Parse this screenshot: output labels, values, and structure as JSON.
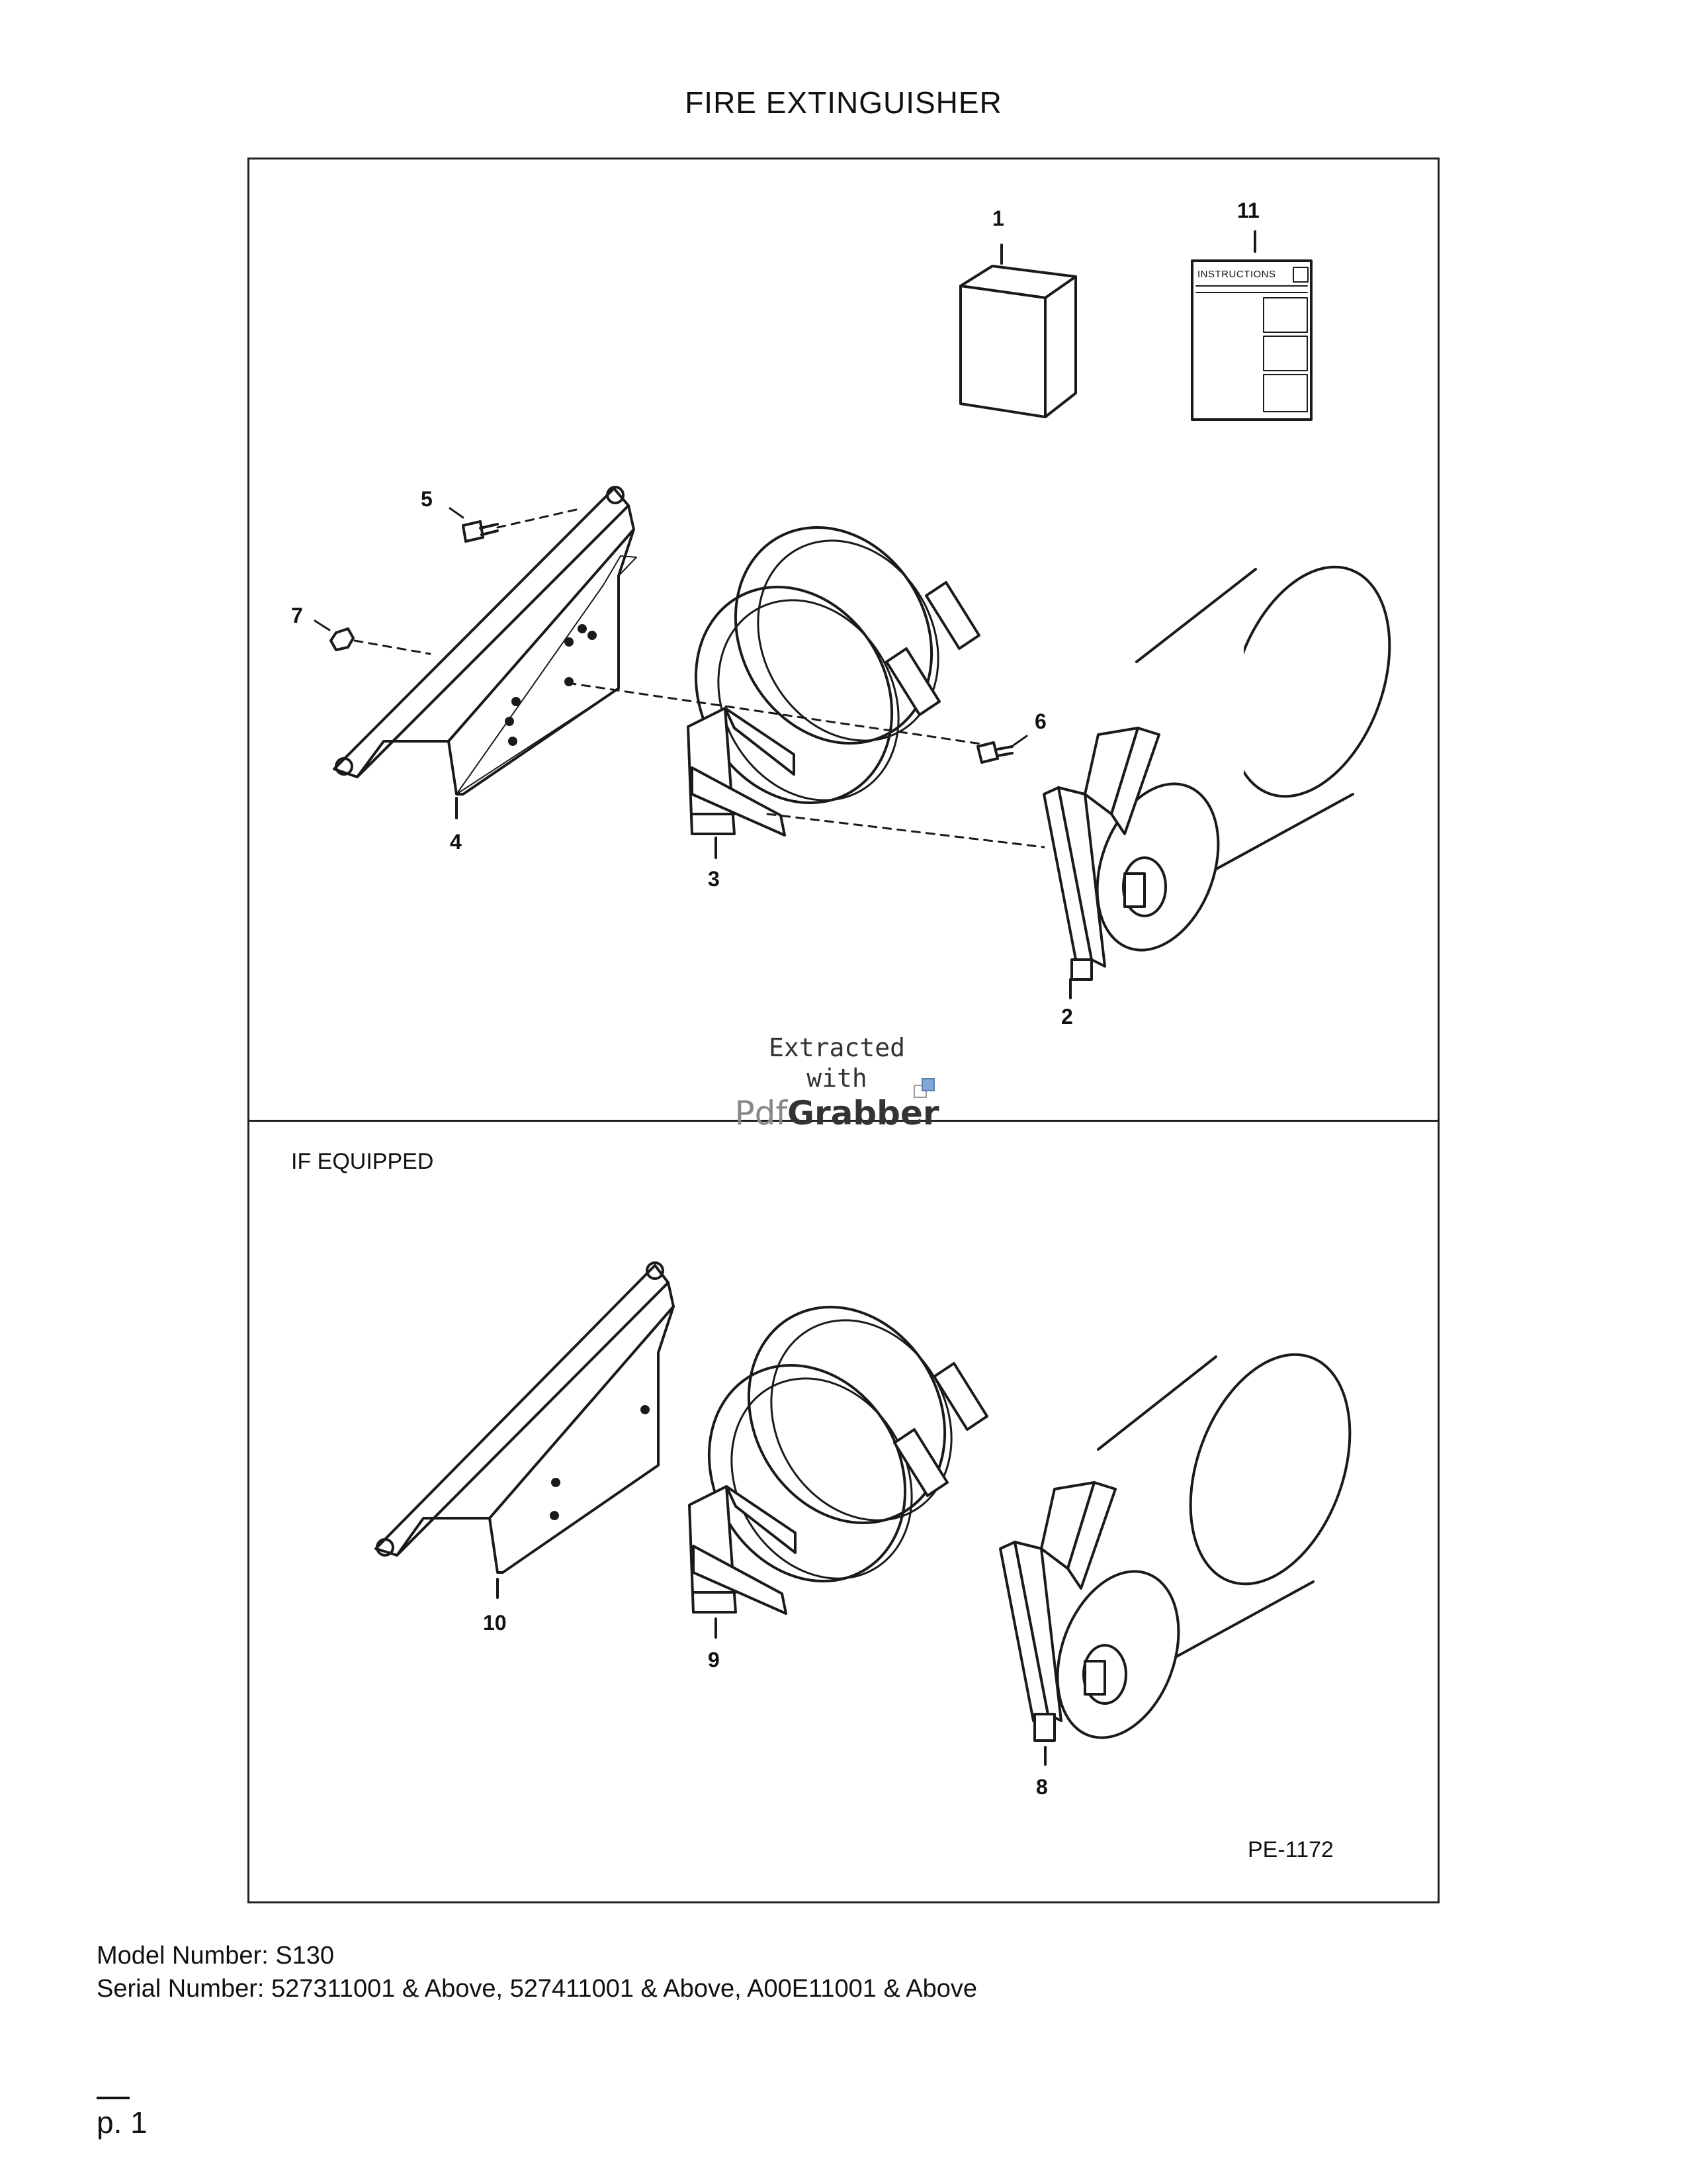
{
  "page": {
    "title": "FIRE EXTINGUISHER",
    "section_label": "IF EQUIPPED",
    "figure_code": "PE-1172",
    "page_number": "p. 1"
  },
  "callouts": {
    "c1": "1",
    "c2": "2",
    "c3": "3",
    "c4": "4",
    "c5": "5",
    "c6": "6",
    "c7": "7",
    "c8": "8",
    "c9": "9",
    "c10": "10",
    "c11": "11"
  },
  "instruction_sheet": {
    "heading": "INSTRUCTIONS"
  },
  "watermark": {
    "line1": "Extracted",
    "line2": "with",
    "brand_light": "Pdf",
    "brand_bold": "Grabber"
  },
  "footer": {
    "model": "Model Number: S130",
    "serial": "Serial Number: 527311001 & Above, 527411001 & Above, A00E11001 & Above"
  }
}
